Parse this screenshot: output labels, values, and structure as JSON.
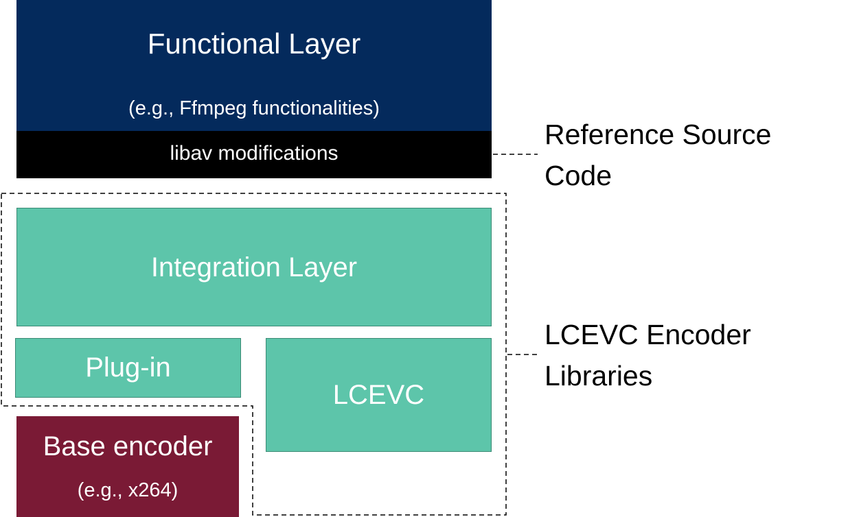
{
  "functional_layer": {
    "title": "Functional Layer",
    "subtitle": "(e.g., Ffmpeg functionalities)"
  },
  "libav_bar": {
    "label": "libav modifications"
  },
  "integration_layer": {
    "label": "Integration Layer"
  },
  "plugin": {
    "label": "Plug-in"
  },
  "lcevc": {
    "label": "LCEVC"
  },
  "base_encoder": {
    "title": "Base encoder",
    "subtitle": "(e.g., x264)"
  },
  "annotations": {
    "reference_source_code": "Reference Source\nCode",
    "lcevc_encoder_libraries": "LCEVC Encoder\nLibraries"
  },
  "colors": {
    "functional_layer": "#042a5c",
    "libav_bar": "#000000",
    "library_blocks": "#5dc5aa",
    "base_encoder": "#7a1a35"
  }
}
